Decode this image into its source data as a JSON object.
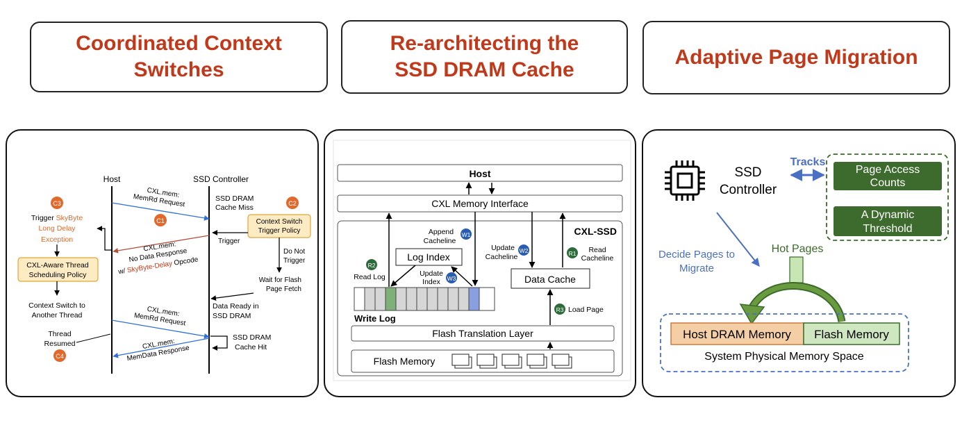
{
  "titles": {
    "context_switches": [
      "Coordinated Context",
      "Switches"
    ],
    "dram_cache": [
      "Re-architecting the",
      "SSD DRAM Cache"
    ],
    "page_migration": "Adaptive Page Migration"
  },
  "colors": {
    "title_red": "#c0391b",
    "step_orange": "#e06a2c",
    "step_blue": "#2a5db0",
    "step_green": "#2e6b3a",
    "arrow_blue": "#2f6fd6",
    "arrow_red": "#b5503a",
    "dark_green": "#3a6b2a",
    "policy_fill": "#fdebc4"
  },
  "panel1": {
    "host_label": "Host",
    "ssd_label": "SSD Controller",
    "c1": "C1",
    "c2": "C2",
    "c3": "C3",
    "c4": "C4",
    "memrd_request_1": [
      "CXL.mem:",
      "MemRd Request"
    ],
    "ssd_dram_cache_miss": [
      "SSD DRAM",
      "Cache Miss"
    ],
    "context_switch_policy": [
      "Context Switch",
      "Trigger Policy"
    ],
    "trigger_label": "Trigger",
    "do_not_trigger": [
      "Do Not",
      "Trigger"
    ],
    "no_data_response": [
      "CXL.mem:",
      "No Data Response"
    ],
    "opcode_prefix": "w/ ",
    "opcode_name": "SkyByte-Delay",
    "opcode_suffix": " Opcode",
    "trigger_prefix": "Trigger ",
    "trigger_name": "SkyByte",
    "trigger_rest": [
      "Long Delay",
      "Exception"
    ],
    "thread_policy": [
      "CXL-Aware Thread",
      "Scheduling Policy"
    ],
    "context_switch_to": [
      "Context Switch to",
      "Another Thread"
    ],
    "wait_flash": [
      "Wait for Flash",
      "Page Fetch"
    ],
    "data_ready": [
      "Data Ready in",
      "SSD DRAM"
    ],
    "memrd_request_2": [
      "CXL.mem:",
      "MemRd Request"
    ],
    "thread_resumed": [
      "Thread",
      "Resumed"
    ],
    "cache_hit": [
      "SSD DRAM",
      "Cache Hit"
    ],
    "memdata_response": [
      "CXL.mem:",
      "MemData Response"
    ]
  },
  "panel2": {
    "host": "Host",
    "cxl_memory_interface": "CXL Memory Interface",
    "cxl_ssd": "CXL-SSD",
    "append_cacheline": [
      "Append",
      "Cacheline"
    ],
    "update_cacheline": [
      "Update",
      "Cacheline"
    ],
    "read_cacheline": [
      "Read",
      "Cacheline"
    ],
    "log_index": "Log Index",
    "read_log": "Read Log",
    "update_index": [
      "Update",
      "Index"
    ],
    "data_cache": "Data Cache",
    "write_log": "Write Log",
    "load_page": "Load Page",
    "flash_translation_layer": "Flash Translation Layer",
    "flash_memory": "Flash Memory",
    "w1": "W1",
    "w2": "W2",
    "w3": "W3",
    "r1": "R1",
    "r2": "R2",
    "r3": "R3"
  },
  "panel3": {
    "ssd_controller": [
      "SSD",
      "Controller"
    ],
    "tracks": "Tracks",
    "page_access_counts": [
      "Page Access",
      "Counts"
    ],
    "dynamic_threshold": [
      "A Dynamic",
      "Threshold"
    ],
    "decide_pages": [
      "Decide Pages to",
      "Migrate"
    ],
    "hot_pages": "Hot Pages",
    "host_dram_memory": "Host DRAM Memory",
    "flash_memory": "Flash Memory",
    "system_physical_memory": "System Physical Memory Space"
  }
}
